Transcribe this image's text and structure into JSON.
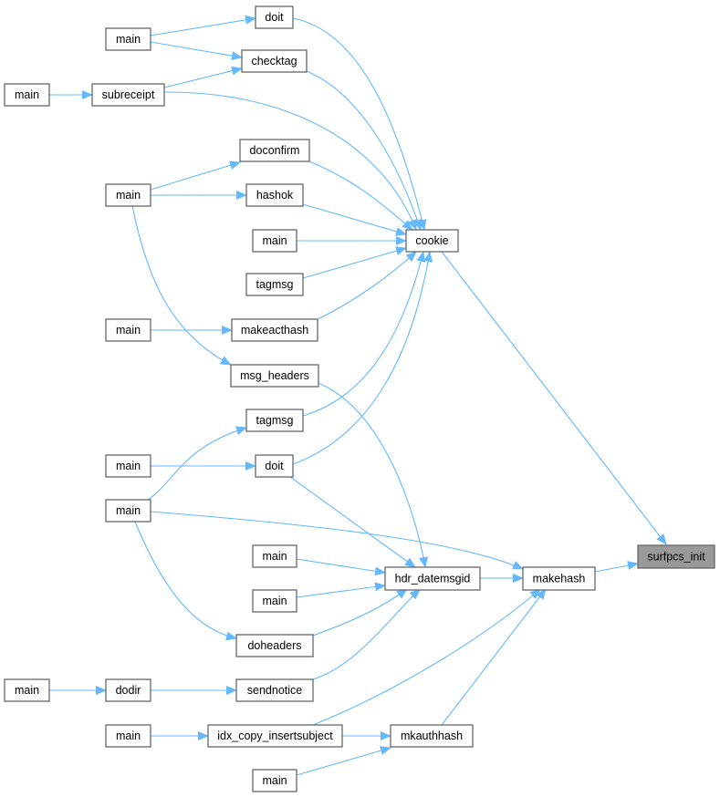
{
  "graph": {
    "edge_color": "#63b8ff",
    "root_fill": "#999999",
    "nodes": {
      "doit1": "doit",
      "main_a": "main",
      "checktag": "checktag",
      "main_b": "main",
      "subreceipt": "subreceipt",
      "doconfirm": "doconfirm",
      "main_c": "main",
      "hashok": "hashok",
      "main_d": "main",
      "cookie": "cookie",
      "tagmsg1": "tagmsg",
      "main_e": "main",
      "makeacthash": "makeacthash",
      "msg_headers": "msg_headers",
      "tagmsg2": "tagmsg",
      "main_f": "main",
      "doit2": "doit",
      "main_g": "main",
      "surfpcs_init": "surfpcs_init",
      "main_h": "main",
      "hdr_datemsgid": "hdr_datemsgid",
      "makehash": "makehash",
      "main_i": "main",
      "doheaders": "doheaders",
      "main_j": "main",
      "dodir": "dodir",
      "sendnotice": "sendnotice",
      "main_k": "main",
      "idx_copy_insertsubject": "idx_copy_insertsubject",
      "mkauthhash": "mkauthhash",
      "main_l": "main"
    }
  }
}
